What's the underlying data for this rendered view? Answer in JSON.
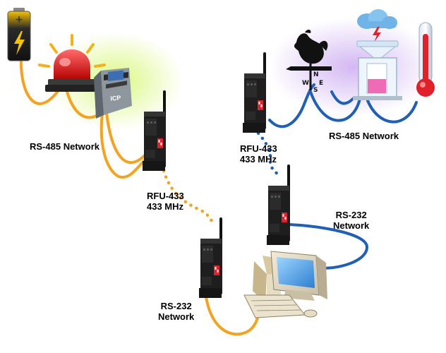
{
  "labels": {
    "rs485_left": "RS-485 Network",
    "rfu_left_line1": "RFU-433",
    "rfu_left_line2": "433 MHz",
    "rfu_right_line1": "RFU-433",
    "rfu_right_line2": "433 MHz",
    "rs485_right": "RS-485 Network",
    "rs232_right_line1": "RS-232",
    "rs232_right_line2": "Network",
    "rs232_bottom_line1": "RS-232",
    "rs232_bottom_line2": "Network"
  },
  "device_badge": "ICP",
  "colors": {
    "orange_network": "#F5A21E",
    "blue_network": "#1F5FB5",
    "device_body": "#1E1E1E",
    "device_led": "#E0202A",
    "alarm_red": "#E81313",
    "glow_green": "#D8F77A",
    "glow_purple": "#C9A6F0"
  }
}
